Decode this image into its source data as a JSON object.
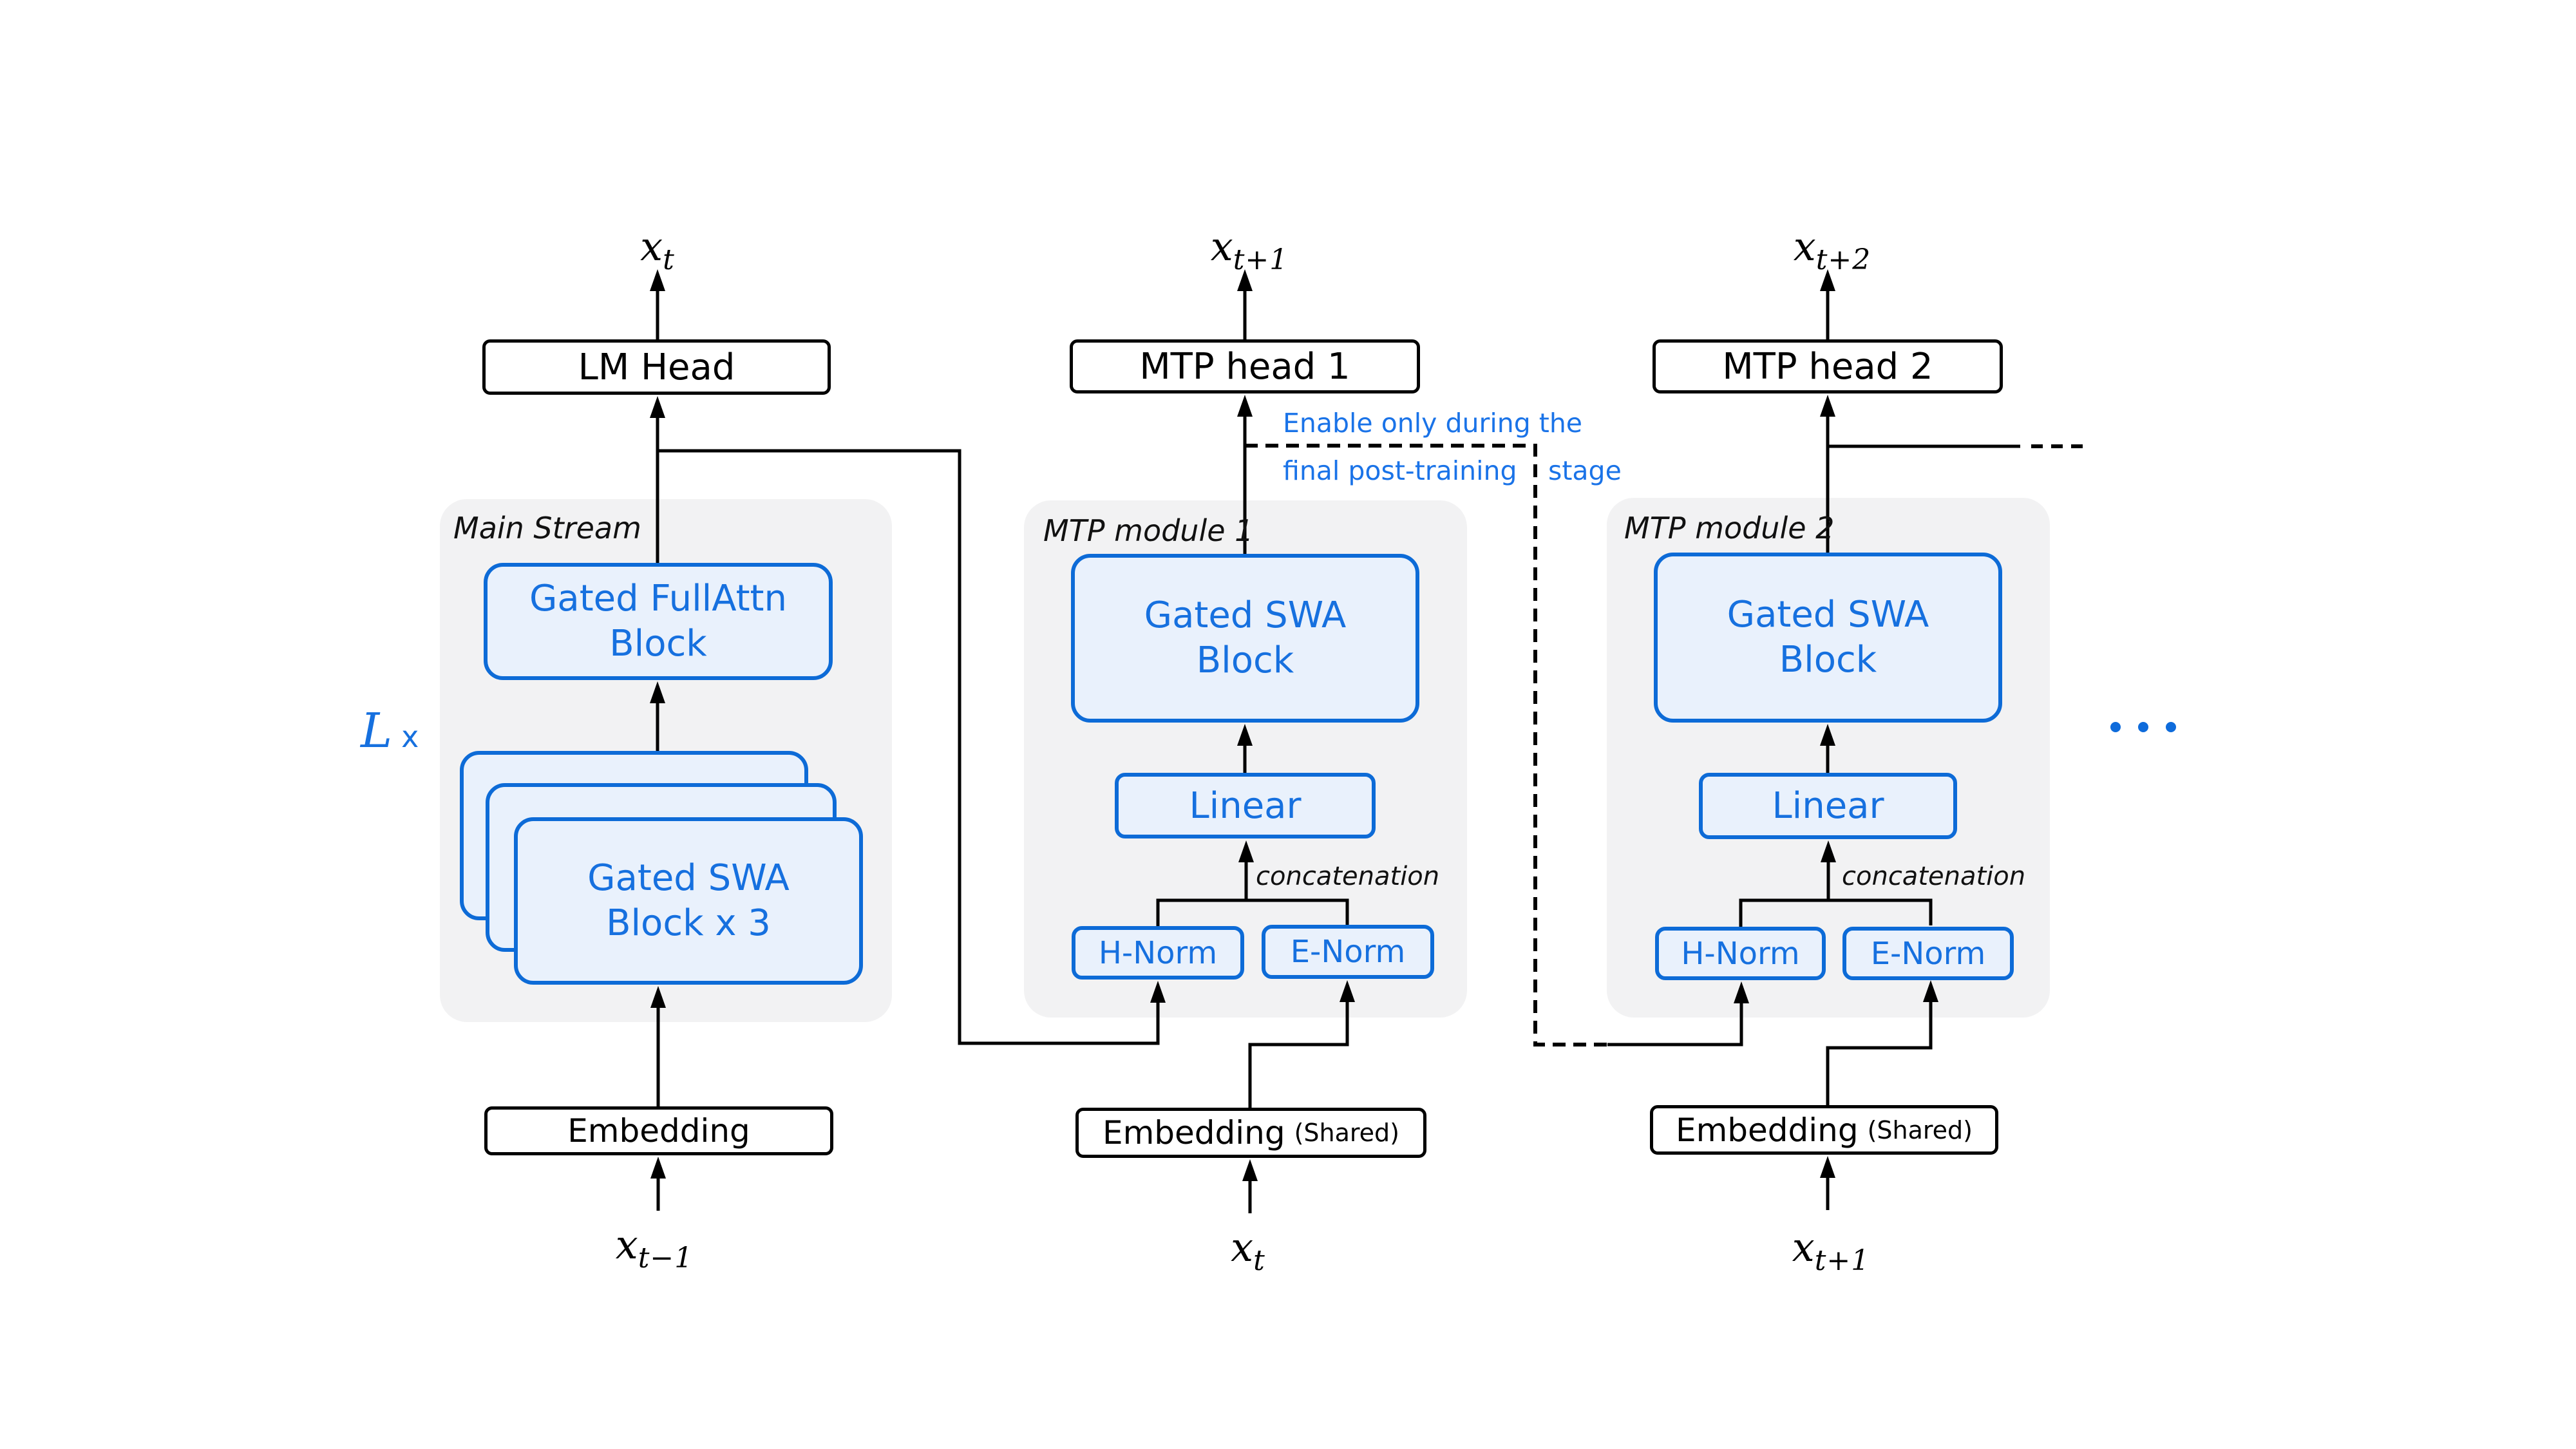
{
  "colors": {
    "accent_border": "#0d6bd7",
    "accent_text": "#1670df",
    "annotation_blue": "#1a73e8",
    "box_fill": "#e9f1fc",
    "panel_bg": "#f2f2f3",
    "dot_blue": "#0e6bdb",
    "line_black": "#000000"
  },
  "annotation": {
    "line1": "Enable only during the",
    "line2a": "final post-training",
    "line2b": "stage"
  },
  "main_stream": {
    "panel_label": "Main Stream",
    "output": {
      "base": "x",
      "sub": "t"
    },
    "head_label": "LM Head",
    "repeat_prefix": "L",
    "repeat_suffix": "x",
    "fullattn_line1": "Gated FullAttn",
    "fullattn_line2": "Block",
    "stack_line1": "Gated SWA",
    "stack_line2": "Block x 3",
    "embedding_label": "Embedding",
    "input": {
      "base": "x",
      "sub": "t−1"
    }
  },
  "mtp1": {
    "panel_label": "MTP module 1",
    "output": {
      "base": "x",
      "sub": "t+1"
    },
    "head_label": "MTP head 1",
    "swa_line1": "Gated SWA",
    "swa_line2": "Block",
    "linear_label": "Linear",
    "concat_label": "concatenation",
    "hnorm_label": "H-Norm",
    "enorm_label": "E-Norm",
    "embedding_label": "Embedding",
    "embedding_note": "(Shared)",
    "input": {
      "base": "x",
      "sub": "t"
    }
  },
  "mtp2": {
    "panel_label": "MTP module 2",
    "output": {
      "base": "x",
      "sub": "t+2"
    },
    "head_label": "MTP head 2",
    "swa_line1": "Gated SWA",
    "swa_line2": "Block",
    "linear_label": "Linear",
    "concat_label": "concatenation",
    "hnorm_label": "H-Norm",
    "enorm_label": "E-Norm",
    "embedding_label": "Embedding",
    "embedding_note": "(Shared)",
    "input": {
      "base": "x",
      "sub": "t+1"
    }
  },
  "icons": {
    "ellipsis_icon": "three-blue-dots"
  }
}
